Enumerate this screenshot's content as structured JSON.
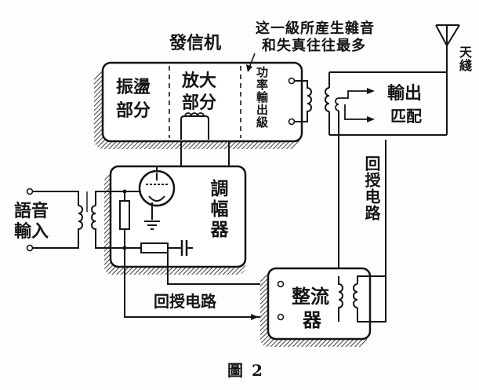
{
  "diagram": {
    "transmitter_label": "發信机",
    "note_line1": "这一級所産生雜音",
    "note_line2": "和失真往往最多",
    "antenna_label": "天綫",
    "oscillator_label_1": "振盪",
    "oscillator_label_2": "部分",
    "amplifier_label_1": "放大",
    "amplifier_label_2": "部分",
    "power_stage_label": "功率輸出級",
    "output_match_label_1": "輸出",
    "output_match_label_2": "匹配",
    "feedback_label_vertical": "回授电路",
    "modulator_label": "調幅器",
    "mic_input_label_1": "語音",
    "mic_input_label_2": "輸入",
    "rectifier_label_1": "整流",
    "rectifier_label_2": "器",
    "feedback_label_horizontal": "回授电路",
    "figure_caption": "圖 2"
  },
  "colors": {
    "ink": "#141414",
    "shadow": "#5a5a5a",
    "paper": "#fdfdfb"
  }
}
